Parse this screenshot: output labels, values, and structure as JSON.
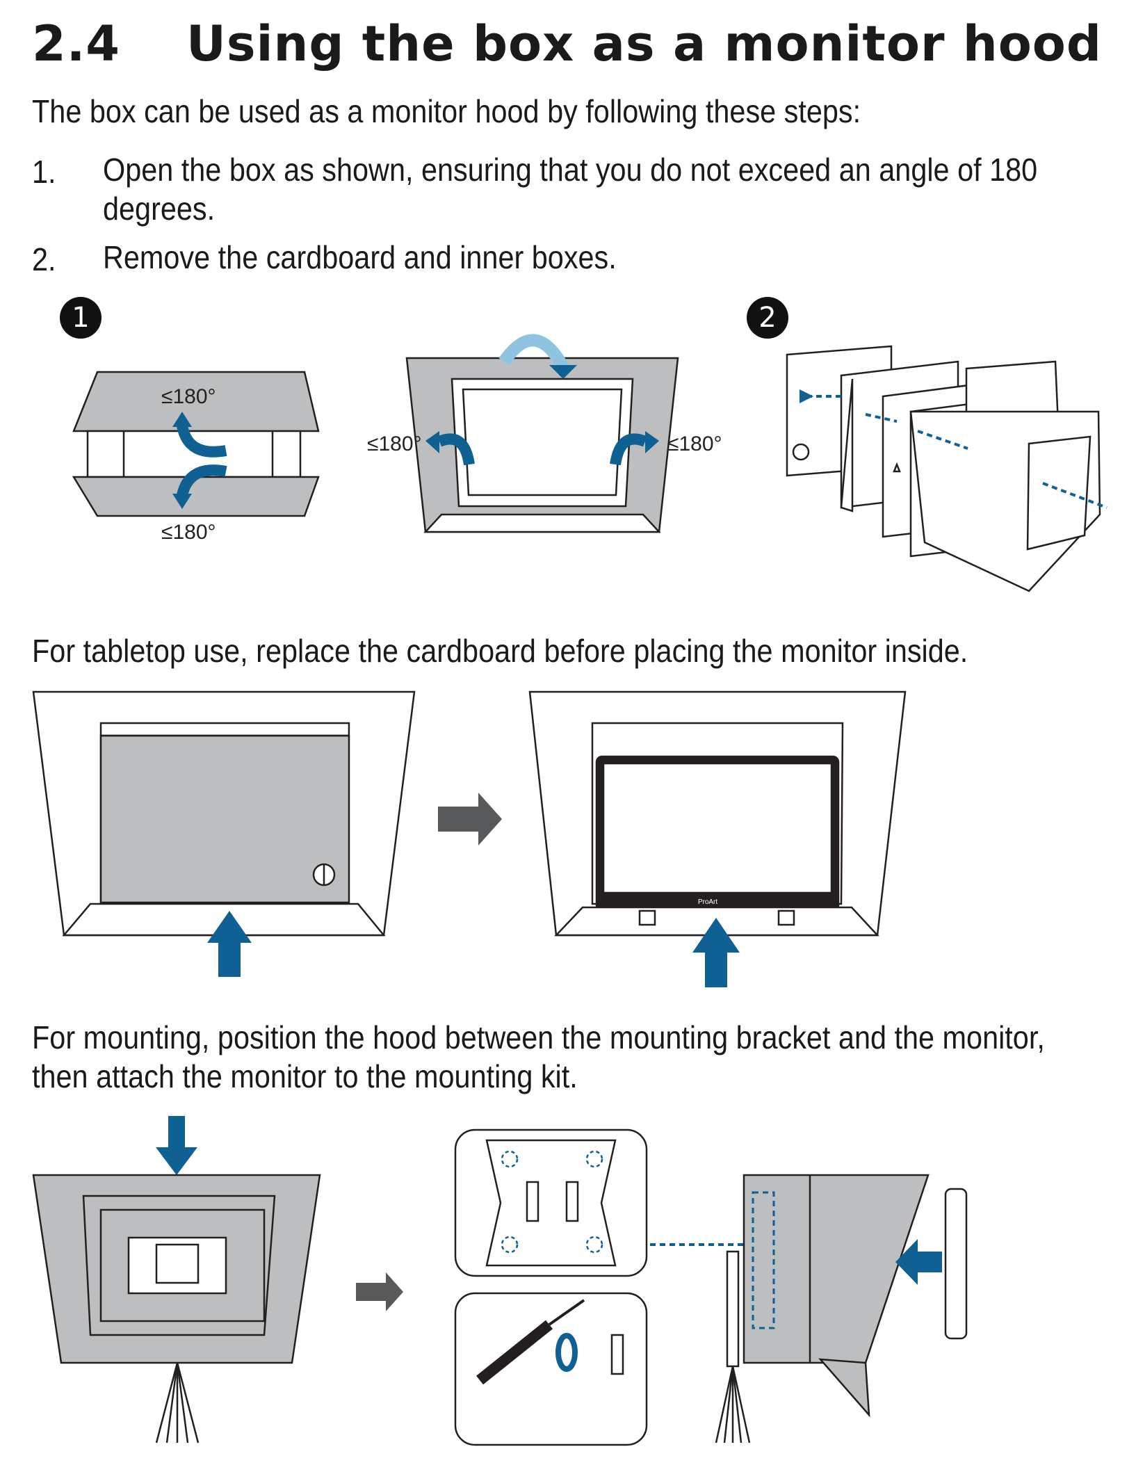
{
  "section": {
    "number": "2.4",
    "title": "Using the box as a monitor hood"
  },
  "intro": "The box can be used as a monitor hood by following these steps:",
  "steps": [
    {
      "num": "1.",
      "text_line1": "Open the box as shown, ensuring that you do not exceed an angle of 180",
      "text_line2": "degrees."
    },
    {
      "num": "2.",
      "text_line1": "Remove the cardboard and inner boxes.",
      "text_line2": ""
    }
  ],
  "figure1": {
    "badges": [
      "1",
      "2"
    ],
    "angle_label": "≤180°"
  },
  "tabletop_text": "For tabletop use, replace the cardboard before placing the monitor inside.",
  "monitor_logo": "ProArt",
  "mounting_text_line1": "For mounting, position the hood between the mounting bracket and the monitor,",
  "mounting_text_line2": "then attach the monitor to the mounting kit.",
  "colors": {
    "accent_blue": "#0e6192",
    "light_blue": "#8fc4e0",
    "box_gray": "#bcbec0",
    "arrow_gray": "#58595b",
    "line": "#231f20"
  }
}
